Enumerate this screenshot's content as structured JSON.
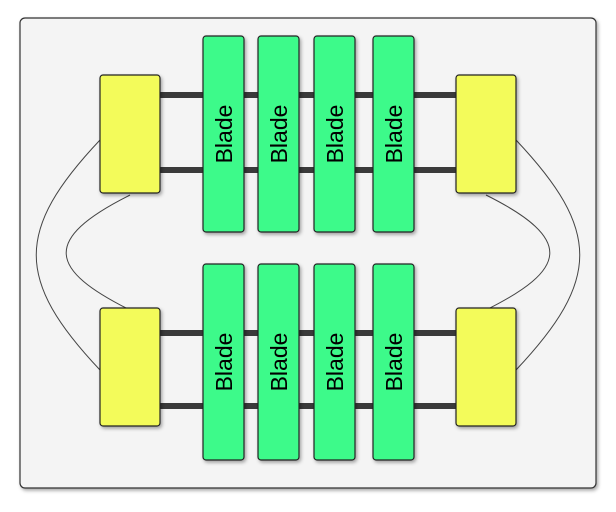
{
  "diagram": {
    "colors": {
      "frame_fill": "#f4f4f4",
      "frame_stroke": "#333333",
      "blade_fill": "#3cfa8a",
      "blade_stroke": "#222222",
      "switch_fill": "#f3fb5a",
      "switch_stroke": "#222222",
      "bus_color": "#3a3a3a",
      "cable_color": "#444444"
    },
    "top_group": {
      "blades": [
        {
          "label": "Blade"
        },
        {
          "label": "Blade"
        },
        {
          "label": "Blade"
        },
        {
          "label": "Blade"
        }
      ]
    },
    "bottom_group": {
      "blades": [
        {
          "label": "Blade"
        },
        {
          "label": "Blade"
        },
        {
          "label": "Blade"
        },
        {
          "label": "Blade"
        }
      ]
    }
  }
}
